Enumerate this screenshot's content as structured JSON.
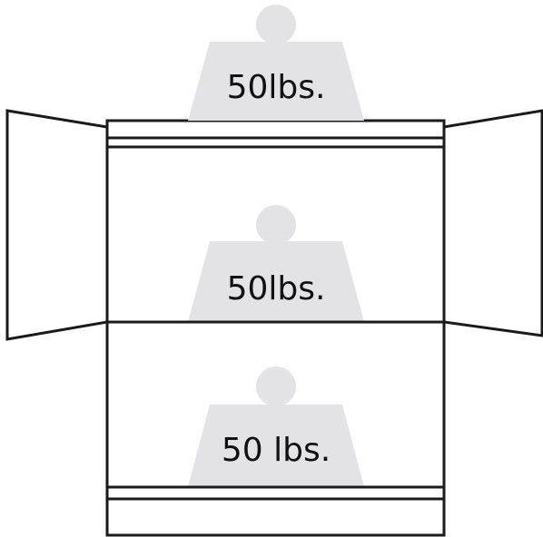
{
  "weights": {
    "top": "50lbs.",
    "middle": "50lbs.",
    "bottom": "50 lbs."
  },
  "colors": {
    "outline": "#1a1a1a",
    "weight_fill": "#e3e3e5",
    "background": "#ffffff"
  }
}
